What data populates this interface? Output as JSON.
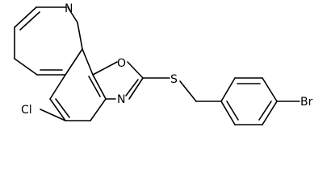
{
  "structure": {
    "atoms": {
      "ring_nitrogen": "N",
      "ring_oxygen": "O",
      "oxazole_nitrogen": "N",
      "sulfur": "S",
      "chlorine": "Cl",
      "bromine": "Br"
    }
  },
  "colors": {
    "bond": "#000000",
    "label": "#000000",
    "background": "#ffffff"
  }
}
